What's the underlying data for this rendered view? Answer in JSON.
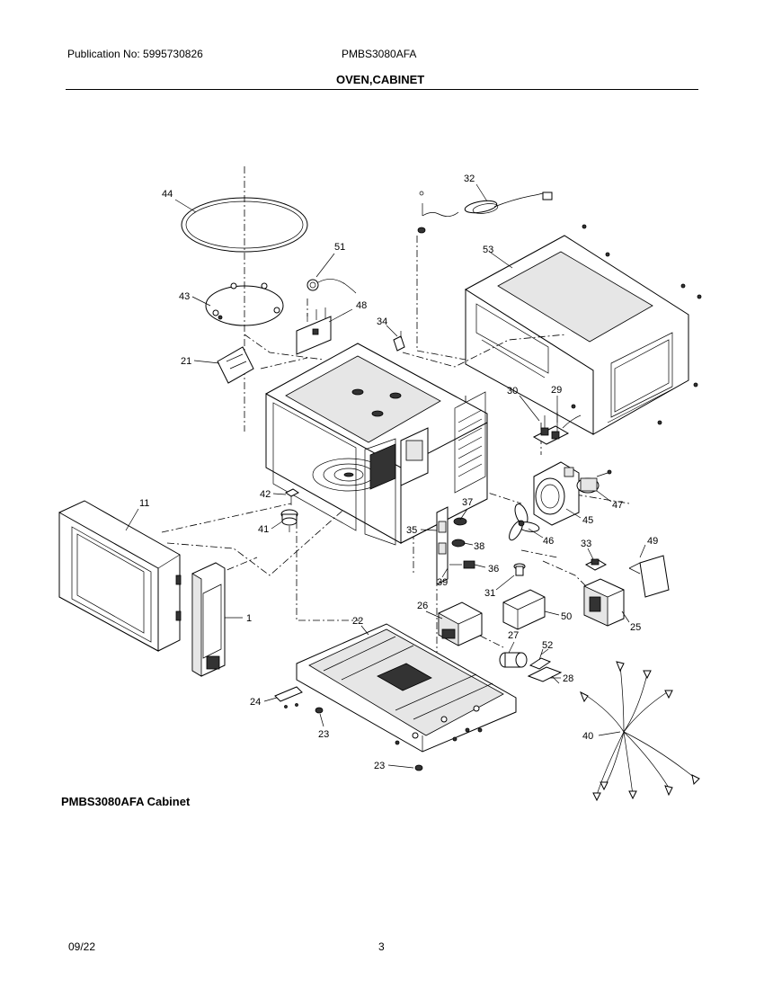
{
  "header": {
    "publication": "Publication No: 5995730826",
    "model": "PMBS3080AFA",
    "section_title": "OVEN,CABINET"
  },
  "diagram": {
    "caption": "PMBS3080AFA Cabinet",
    "callouts": {
      "c1": "1",
      "c11": "11",
      "c21": "21",
      "c22": "22",
      "c23a": "23",
      "c23b": "23",
      "c24": "24",
      "c25": "25",
      "c26": "26",
      "c27": "27",
      "c28": "28",
      "c29": "29",
      "c30": "30",
      "c31": "31",
      "c32": "32",
      "c33": "33",
      "c34": "34",
      "c35": "35",
      "c36": "36",
      "c37": "37",
      "c38": "38",
      "c39": "39",
      "c40": "40",
      "c41": "41",
      "c42": "42",
      "c43": "43",
      "c44": "44",
      "c45": "45",
      "c46": "46",
      "c47": "47",
      "c48": "48",
      "c49": "49",
      "c50": "50",
      "c51": "51",
      "c52": "52",
      "c53": "53"
    }
  },
  "footer": {
    "date": "09/22",
    "page": "3"
  }
}
